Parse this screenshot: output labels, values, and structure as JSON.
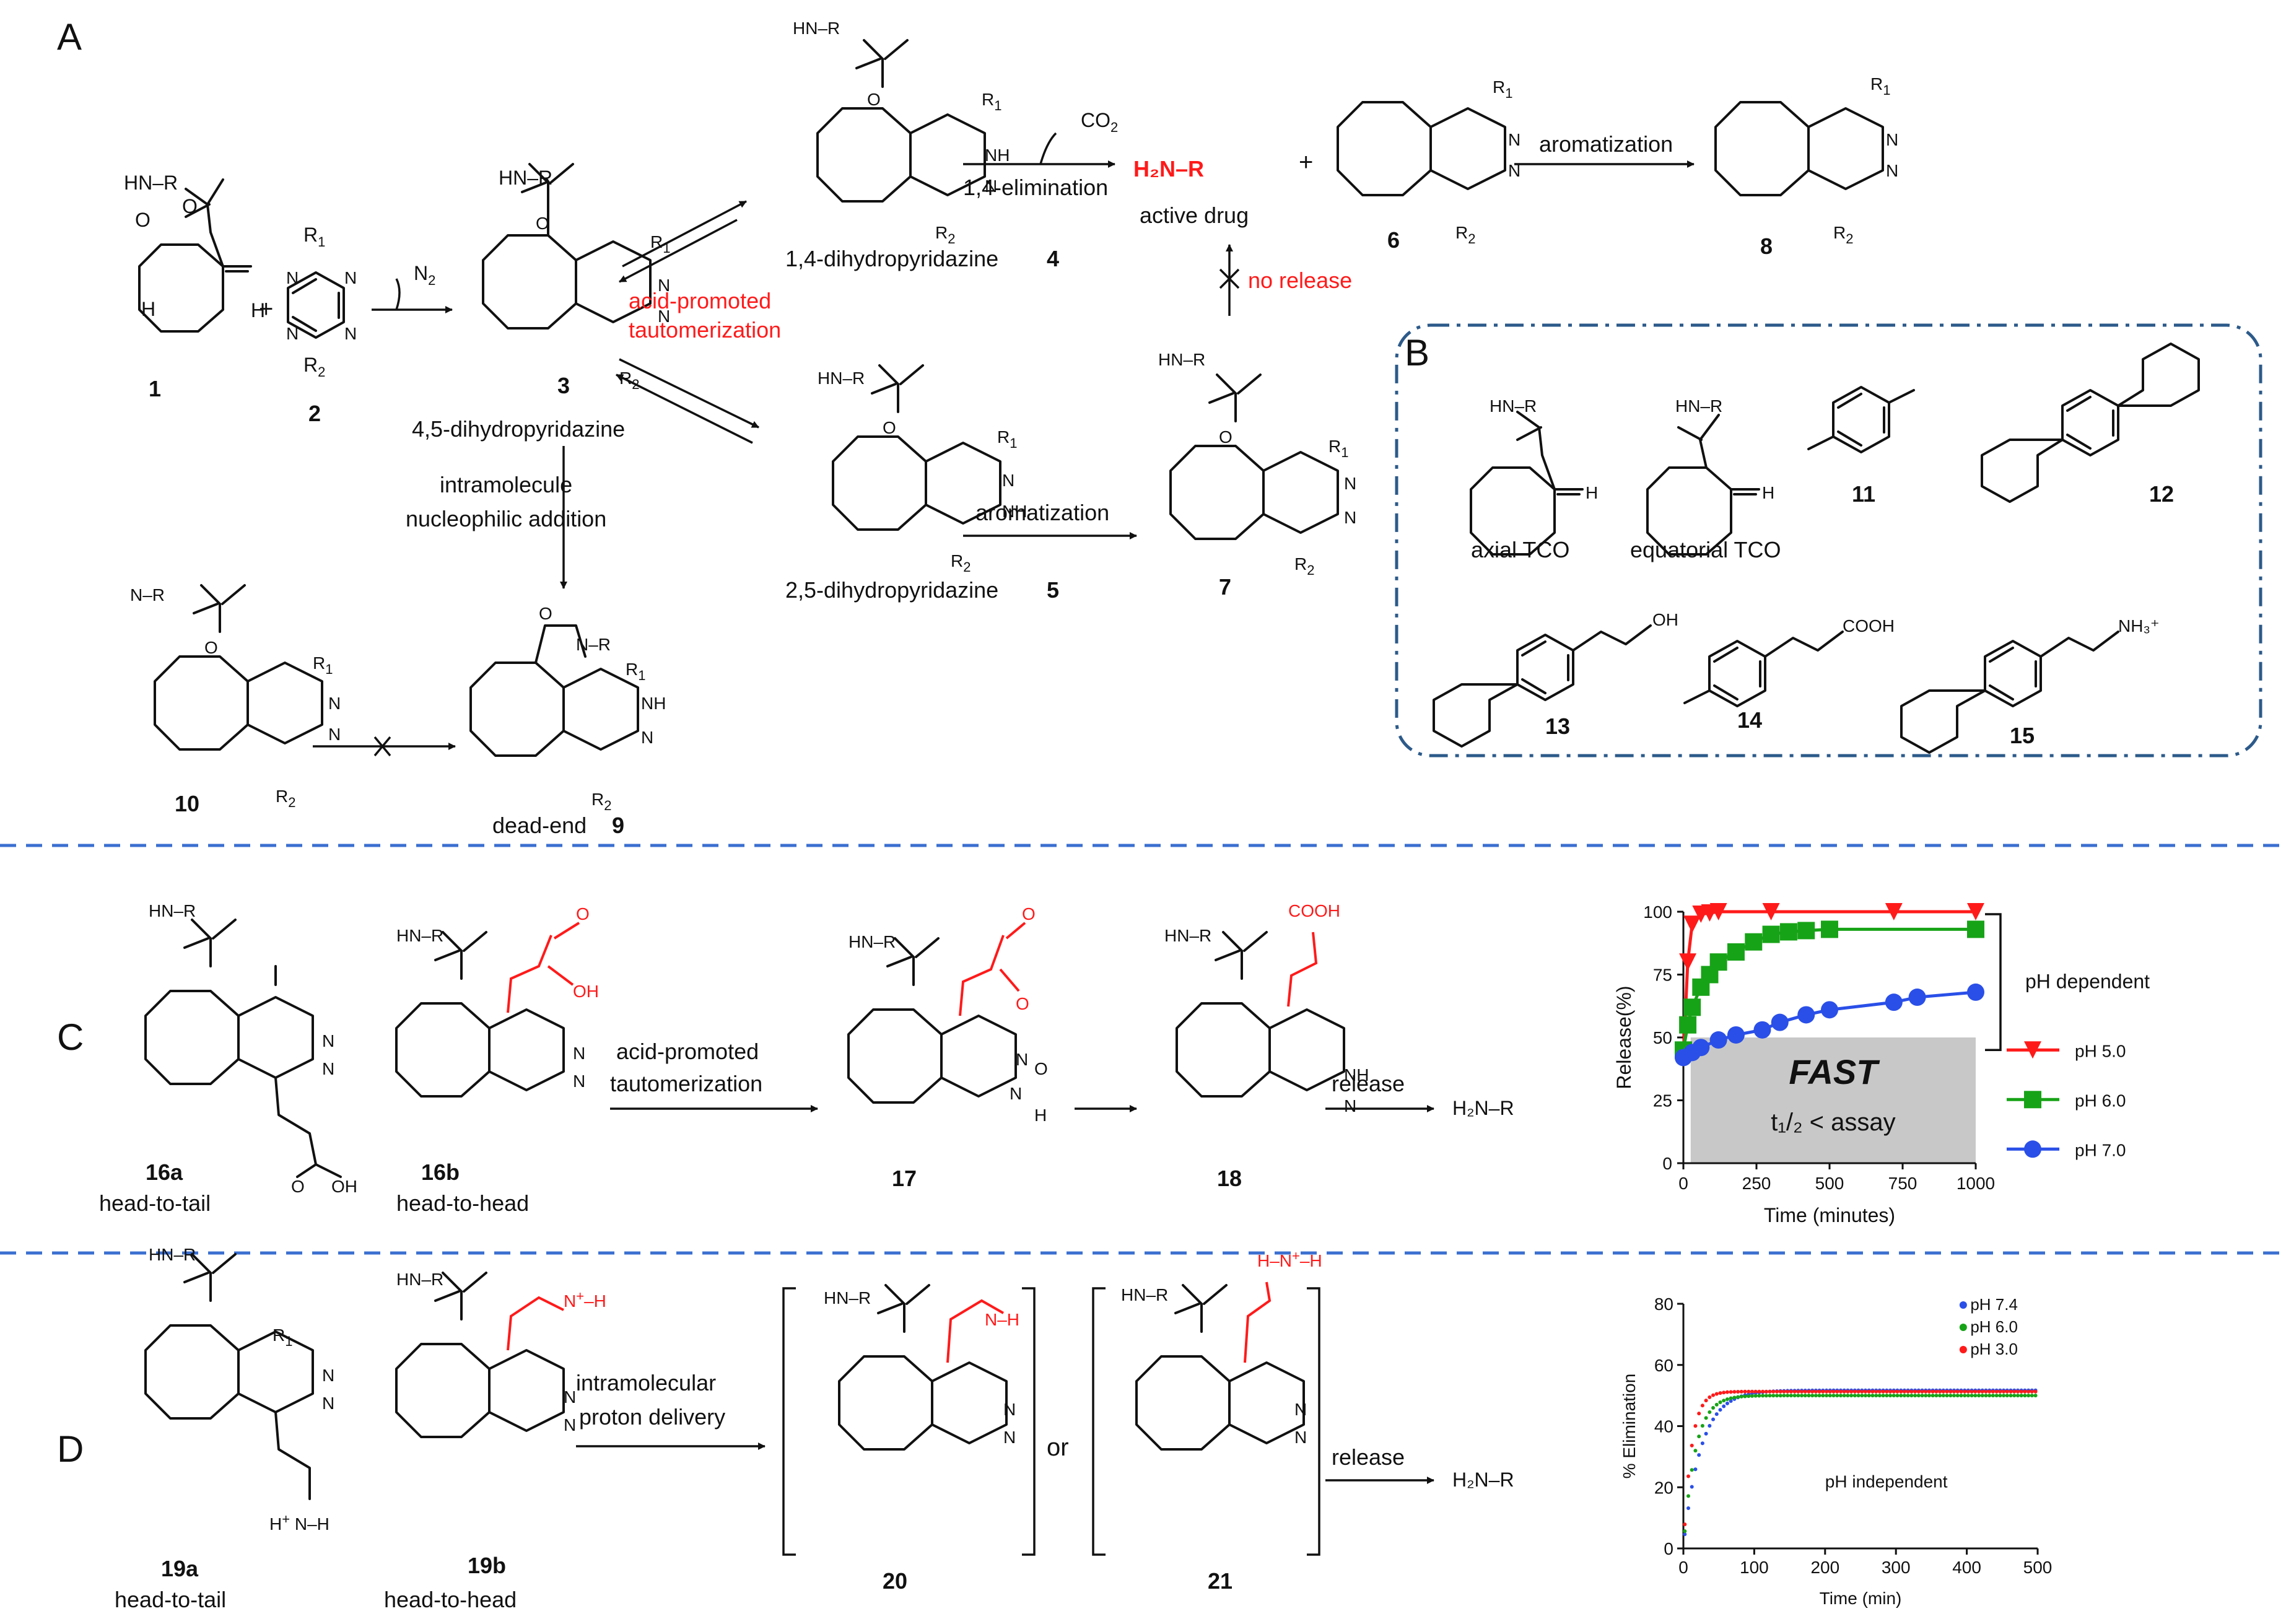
{
  "panels": {
    "A": "A",
    "B": "B",
    "C": "C",
    "D": "D"
  },
  "colors": {
    "red": "#ff1a1a",
    "green": "#17a317",
    "blue": "#2a4fe8",
    "divider": "#3b6fd0",
    "boxBorder": "#2c5a8a"
  },
  "panelA": {
    "substituent": {
      "hnr": "HN–R",
      "r1": "R",
      "r1sub": "1",
      "r2": "R",
      "r2sub": "2"
    },
    "n2": "N",
    "n2sub": "2",
    "compounds": {
      "c1": "1",
      "c2": "2",
      "c3": "3",
      "c4": "4",
      "c5": "5",
      "c6": "6",
      "c7": "7",
      "c8": "8",
      "c9": "9",
      "c10": "10"
    },
    "labels": {
      "dihydro45": "4,5-dihydropyridazine",
      "dihydro14": "1,4-dihydropyridazine",
      "dihydro25": "2,5-dihydropyridazine",
      "acid1": "acid-promoted",
      "acid2": "tautomerization",
      "intra1": "intramolecule",
      "intra2": "nucleophilic addition",
      "deadEnd": "dead-end",
      "elimination": "1,4-elimination",
      "co2": "CO",
      "co2sub": "2",
      "aromatization1": "aromatization",
      "aromatization2": "aromatization",
      "activeDrug": "active drug",
      "amine": "H₂N–R",
      "noRelease": "no release",
      "plus1": "+",
      "plus2": "+"
    }
  },
  "panelB": {
    "axial": "axial TCO",
    "equatorial": "equatorial TCO",
    "c11": "11",
    "c12": "12",
    "c13": "13",
    "c14": "14",
    "c15": "15",
    "oh": "OH",
    "cooh": "COOH",
    "nh3": "NH₃⁺"
  },
  "panelC": {
    "c16a": "16a",
    "c16b": "16b",
    "c17": "17",
    "c18": "18",
    "headTail": "head-to-tail",
    "headHead": "head-to-head",
    "acid1": "acid-promoted",
    "acid2": "tautomerization",
    "release": "release",
    "product": "H₂N–R",
    "oh": "OH",
    "cooh": "COOH"
  },
  "panelD": {
    "c19a": "19a",
    "c19b": "19b",
    "c20": "20",
    "c21": "21",
    "headTail": "head-to-tail",
    "headHead": "head-to-head",
    "proton1": "intramolecular",
    "proton2": "proton delivery",
    "or": "or",
    "release": "release",
    "product": "H₂N–R"
  },
  "chart_data": [
    {
      "type": "line",
      "xlabel": "Time (minutes)",
      "ylabel": "Release(%)",
      "xlim": [
        0,
        1000
      ],
      "ylim": [
        0,
        100
      ],
      "xticks": [
        0,
        250,
        500,
        750,
        1000
      ],
      "yticks": [
        0,
        25,
        50,
        75,
        100
      ],
      "annotation": "pH dependent",
      "box_title": "FAST",
      "box_subtitle": "t₁/₂ < assay",
      "legend_position": "right",
      "series": [
        {
          "name": "pH 5.0",
          "color": "#ff1a1a",
          "marker": "triangle-down",
          "x": [
            0,
            15,
            30,
            60,
            90,
            120,
            300,
            720,
            1000
          ],
          "y": [
            42,
            80,
            95,
            99,
            99.5,
            100,
            100,
            100,
            100
          ]
        },
        {
          "name": "pH 6.0",
          "color": "#17a317",
          "marker": "square",
          "x": [
            0,
            15,
            30,
            60,
            90,
            120,
            180,
            240,
            300,
            360,
            420,
            500,
            1000
          ],
          "y": [
            45,
            55,
            62,
            70,
            75,
            80,
            84,
            88,
            91,
            92,
            92.5,
            93,
            93
          ]
        },
        {
          "name": "pH 7.0",
          "color": "#2a4fe8",
          "marker": "circle",
          "x": [
            0,
            30,
            60,
            120,
            180,
            270,
            330,
            420,
            500,
            720,
            800,
            1000
          ],
          "y": [
            42,
            44,
            46,
            49,
            51,
            53,
            56,
            59,
            61,
            64,
            66,
            68
          ]
        }
      ]
    },
    {
      "type": "scatter",
      "xlabel": "Time (min)",
      "ylabel": "% Elimination",
      "xlim": [
        0,
        500
      ],
      "ylim": [
        0,
        80
      ],
      "xticks": [
        0,
        100,
        200,
        300,
        400,
        500
      ],
      "yticks": [
        0,
        20,
        40,
        60,
        80
      ],
      "annotation": "pH independent",
      "legend_position": "top-right",
      "series": [
        {
          "name": "pH 7.4",
          "color": "#2a4fe8"
        },
        {
          "name": "pH 6.0",
          "color": "#17a317"
        },
        {
          "name": "pH 3.0",
          "color": "#ff1a1a"
        }
      ],
      "model": {
        "plateau": {
          "pH 7.4": 51,
          "pH 6.0": 50,
          "pH 3.0": 52
        },
        "rate_per_min": {
          "pH 7.4": 0.04,
          "pH 6.0": 0.06,
          "pH 3.0": 0.09
        }
      }
    }
  ]
}
